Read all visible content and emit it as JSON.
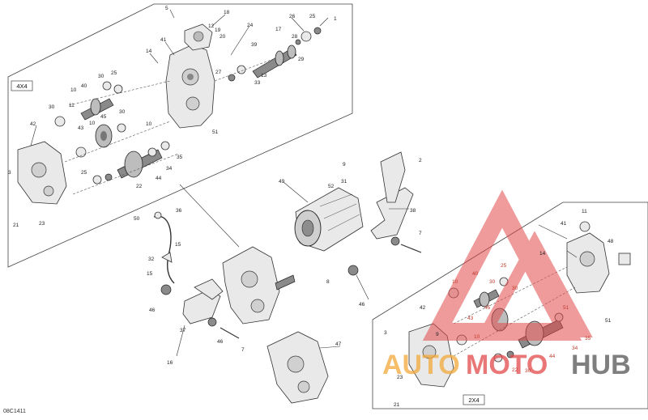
{
  "diagram": {
    "code": "08C1411",
    "boxes": {
      "four_wheel": "4X4",
      "two_wheel": "2X4"
    },
    "watermark": {
      "part1": "AUTO",
      "part2": "MOTO",
      "part3": "HUB"
    },
    "callouts": {
      "c5": "5",
      "c18": "18",
      "c12": "12",
      "c19": "19",
      "c20": "20",
      "c24": "24",
      "c26": "26",
      "c25a": "25",
      "c17": "17",
      "c28": "28",
      "c39": "39",
      "c29": "29",
      "c41": "41",
      "c14": "14",
      "c27": "27",
      "c13": "13",
      "c33": "33",
      "c1": "1",
      "c30a": "30",
      "c40": "40",
      "c25b": "25",
      "c10a": "10",
      "c11": "11",
      "c30b": "30",
      "c43": "43",
      "c45": "45",
      "c30c": "30",
      "c10b": "10",
      "c42": "42",
      "c10c": "10",
      "c51": "51",
      "c25c": "25",
      "c35": "35",
      "c34": "34",
      "c44": "44",
      "c22": "22",
      "c3": "3",
      "c21": "21",
      "c23": "23",
      "c9": "9",
      "c31": "31",
      "c2": "2",
      "c52": "52",
      "c49": "49",
      "c38": "38",
      "c36": "36",
      "c50": "50",
      "c15a": "15",
      "c32": "32",
      "c15b": "15",
      "c7a": "7",
      "c8": "8",
      "c46a": "46",
      "c46b": "46",
      "c37": "37",
      "c46c": "46",
      "c16": "16",
      "c7b": "7",
      "c47": "47",
      "c48": "48",
      "c11b": "11",
      "c41b": "41",
      "c14b": "14",
      "c40b": "40",
      "c25d": "25",
      "c10d": "10",
      "c30d": "30",
      "c30e": "30",
      "c42b": "42",
      "c43b": "43",
      "c45b": "45",
      "c3b": "3",
      "c10e": "10",
      "c51b": "51",
      "c51c": "51",
      "c35b": "35",
      "c34b": "34",
      "c44b": "44",
      "c22b": "22",
      "c30f": "30",
      "c23b": "23",
      "c21b": "21",
      "c9b": "9"
    }
  }
}
